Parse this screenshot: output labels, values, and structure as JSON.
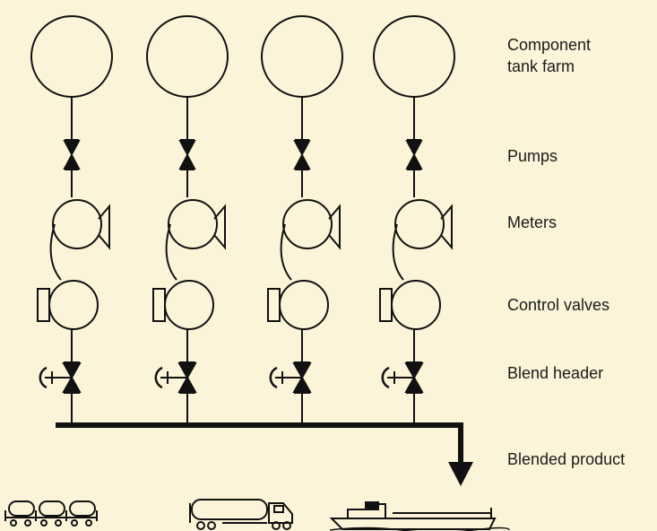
{
  "labels": {
    "tank_farm_line1": "Component",
    "tank_farm_line2": "tank farm",
    "pumps": "Pumps",
    "meters": "Meters",
    "control_valves": "Control valves",
    "blend_header": "Blend header",
    "blended_product": "Blended product"
  },
  "icons": {
    "tanks": "storage-tank-icon",
    "pumps": "pump-icon",
    "meters": "flow-meter-icon",
    "control_valves": "control-valve-icon",
    "blend_valves": "hand-valve-icon",
    "rail_cars": "rail-tank-car-icon",
    "truck": "tanker-truck-icon",
    "ship": "tanker-ship-icon"
  },
  "colors": {
    "background": "#fbf4d8",
    "line": "#111111"
  },
  "component_count": 4
}
